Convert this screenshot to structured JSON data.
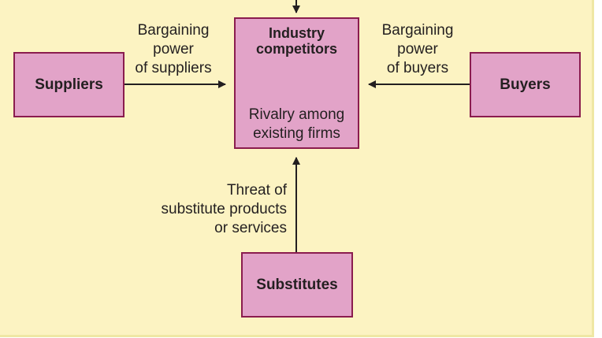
{
  "nodes": {
    "suppliers": "Suppliers",
    "industry_title_1": "Industry",
    "industry_title_2": "competitors",
    "industry_sub_1": "Rivalry among",
    "industry_sub_2": "existing firms",
    "buyers": "Buyers",
    "substitutes": "Substitutes"
  },
  "edges": {
    "suppliers_label": [
      "Bargaining",
      "power",
      "of suppliers"
    ],
    "buyers_label": [
      "Bargaining",
      "power",
      "of buyers"
    ],
    "substitutes_label": [
      "Threat of",
      "substitute products",
      "or services"
    ]
  },
  "colors": {
    "background": "#fcf3c2",
    "box_fill": "#e2a3c8",
    "box_border": "#8a1c4e",
    "arrow": "#231f20"
  }
}
